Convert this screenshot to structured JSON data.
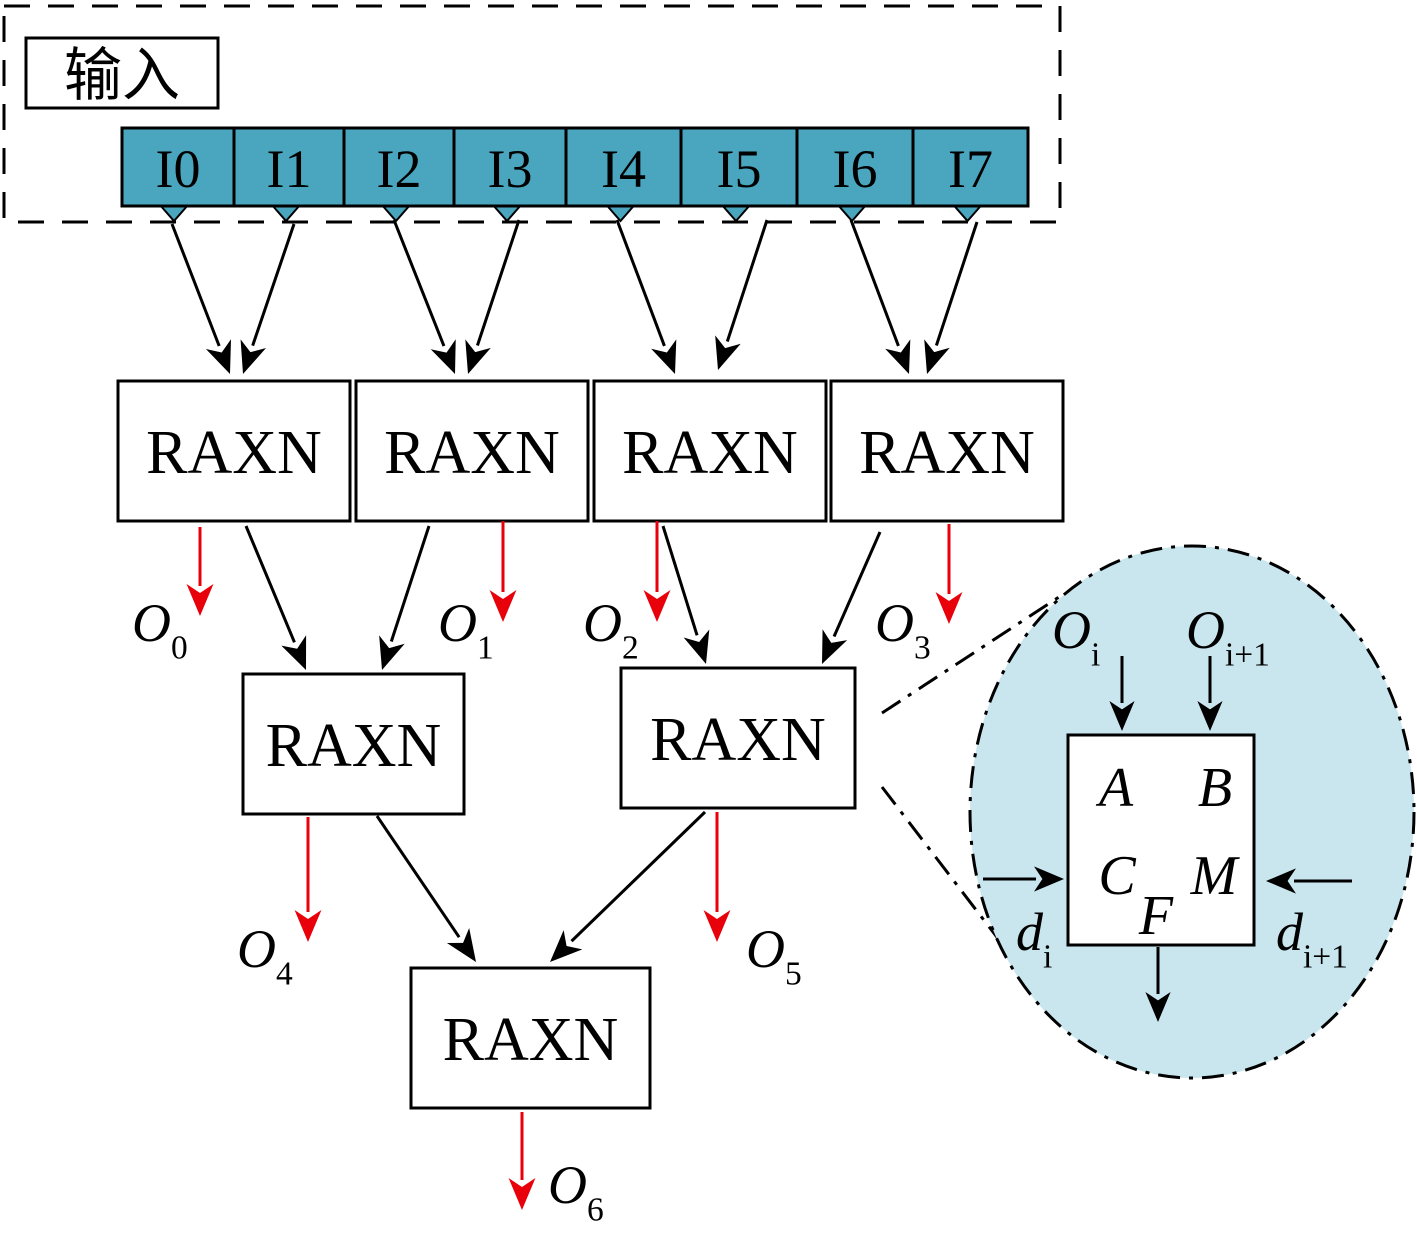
{
  "input_label": "输入",
  "input_cells": [
    "I0",
    "I1",
    "I2",
    "I3",
    "I4",
    "I5",
    "I6",
    "I7"
  ],
  "node_label": "RAXN",
  "outputs": [
    {
      "base": "O",
      "sub": "0"
    },
    {
      "base": "O",
      "sub": "1"
    },
    {
      "base": "O",
      "sub": "2"
    },
    {
      "base": "O",
      "sub": "3"
    },
    {
      "base": "O",
      "sub": "4"
    },
    {
      "base": "O",
      "sub": "5"
    },
    {
      "base": "O",
      "sub": "6"
    }
  ],
  "detail": {
    "in_left": {
      "base": "O",
      "sub": "i"
    },
    "in_right": {
      "base": "O",
      "sub": "i+1"
    },
    "side_left": {
      "base": "d",
      "sub": "i"
    },
    "side_right": {
      "base": "d",
      "sub": "i+1"
    },
    "ports": {
      "a": "A",
      "b": "B",
      "c": "C",
      "m": "M",
      "f": "F"
    }
  },
  "colors": {
    "cell_fill": "#4AA6BE",
    "detail_fill": "#C9E6EF",
    "output_arrow": "#E8000B",
    "stroke": "#000000"
  }
}
